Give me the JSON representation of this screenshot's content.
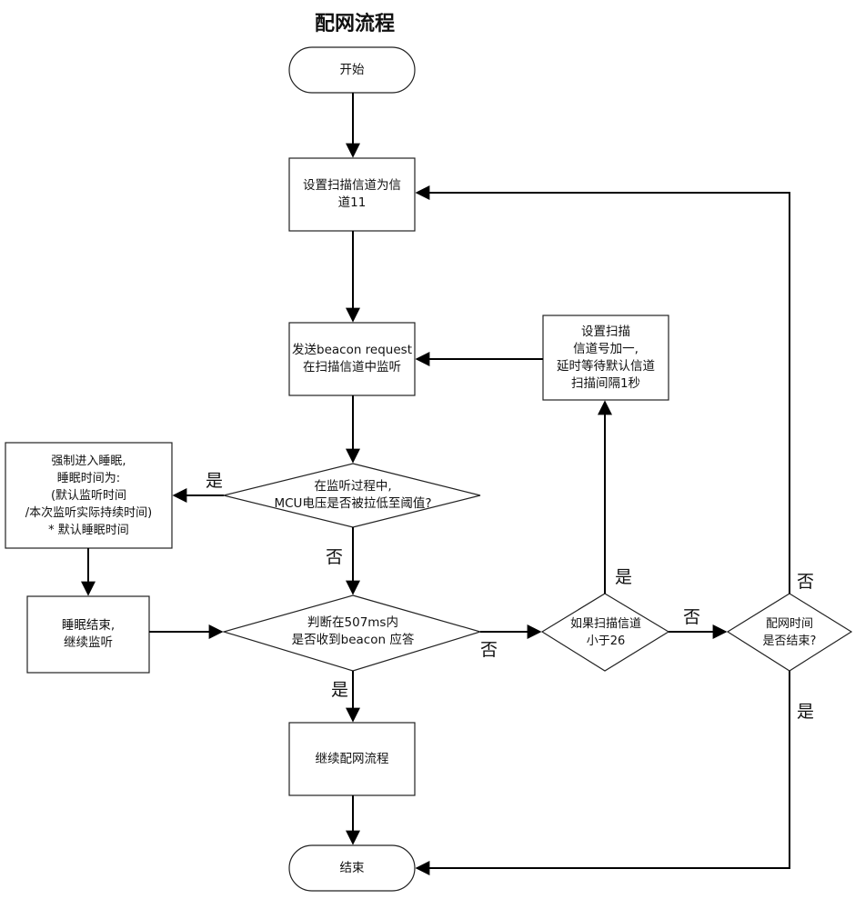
{
  "title": "配网流程",
  "nodes": {
    "start": "开始",
    "set_channel": "设置扫描信道为信\n道11",
    "send_beacon": "发送beacon request\n在扫描信道中监听",
    "check_voltage": "在监听过程中,\nMCU电压是否被拉低至阈值?",
    "force_sleep": "强制进入睡眠,\n睡眠时间为:\n(默认监听时间\n/本次监听实际持续时间)\n* 默认睡眠时间",
    "sleep_end": "睡眠结束,\n继续监听",
    "check_response": "判断在507ms内\n是否收到beacon 应答",
    "increment_channel": "设置扫描\n信道号加一,\n延时等待默认信道\n扫描间隔1秒",
    "check_channel": "如果扫描信道\n小于26",
    "check_timeout": "配网时间\n是否结束?",
    "continue_flow": "继续配网流程",
    "end": "结束"
  },
  "edge_labels": {
    "voltage_yes": "是",
    "voltage_no": "否",
    "response_yes": "是",
    "response_no": "否",
    "channel_yes": "是",
    "channel_no": "否",
    "timeout_no": "否",
    "timeout_yes": "是"
  }
}
